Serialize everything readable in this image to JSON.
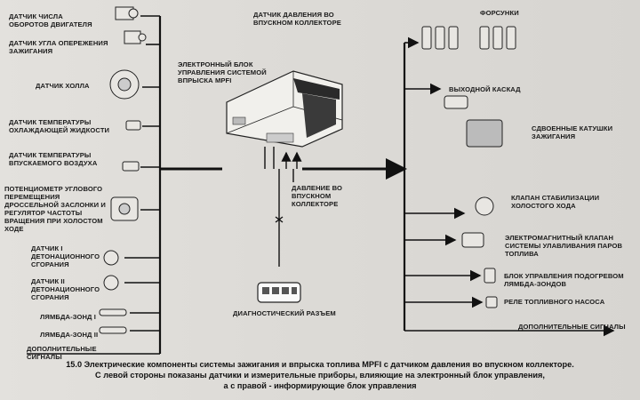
{
  "left_sensors": [
    {
      "name": "sensor-crank-speed",
      "label": "ДАТЧИК ЧИСЛА\nОБОРОТОВ ДВИГАТЕЛЯ"
    },
    {
      "name": "sensor-ignition-advance",
      "label": "ДАТЧИК УГЛА ОПЕРЕЖЕНИЯ\nЗАЖИГАНИЯ"
    },
    {
      "name": "sensor-hall",
      "label": "ДАТЧИК ХОЛЛА"
    },
    {
      "name": "sensor-coolant-temp",
      "label": "ДАТЧИК ТЕМПЕРАТУРЫ\nОХЛАЖДАЮЩЕЙ ЖИДКОСТИ"
    },
    {
      "name": "sensor-intake-air-temp",
      "label": "ДАТЧИК ТЕМПЕРАТУРЫ\nВПУСКАЕМОГО ВОЗДУХА"
    },
    {
      "name": "throttle-potentiometer",
      "label": "ПОТЕНЦИОМЕТР УГЛОВОГО\nПЕРЕМЕЩЕНИЯ\nДРОССЕЛЬНОЙ ЗАСЛОНКИ И\nРЕГУЛЯТОР ЧАСТОТЫ\nВРАЩЕНИЯ ПРИ ХОЛОСТОМ\nХОДЕ"
    },
    {
      "name": "knock-sensor-1",
      "label": "ДАТЧИК I\nДЕТОНАЦИОННОГО\nСГОРАНИЯ"
    },
    {
      "name": "knock-sensor-2",
      "label": "ДАТЧИК II\nДЕТОНАЦИОННОГО\nСГОРАНИЯ"
    },
    {
      "name": "lambda-probe-1",
      "label": "ЛЯМБДА-ЗОНД I"
    },
    {
      "name": "lambda-probe-2",
      "label": "ЛЯМБДА-ЗОНД II"
    },
    {
      "name": "extra-signals-left",
      "label": "ДОПОЛНИТЕЛЬНЫЕ\nСИГНАЛЫ"
    }
  ],
  "center": {
    "map_sensor": "ДАТЧИК ДАВЛЕНИЯ ВО\nВПУСКНОМ КОЛЛЕКТОРЕ",
    "ecu": "ЭЛЕКТРОННЫЙ БЛОК\nУПРАВЛЕНИЯ СИСТЕМОЙ\nВПРЫСКА MPFI",
    "manifold_pressure": "ДАВЛЕНИЕ ВО\nВПУСКНОМ\nКОЛЛЕКТОРЕ",
    "diagnostic_connector": "ДИАГНОСТИЧЕСКИЙ РАЗЪЕМ"
  },
  "right_actuators": [
    {
      "name": "injectors",
      "label": "ФОРСУНКИ"
    },
    {
      "name": "output-stage",
      "label": "ВЫХОДНОЙ КАСКАД"
    },
    {
      "name": "dual-ignition-coils",
      "label": "СДВОЕННЫЕ КАТУШКИ\nЗАЖИГАНИЯ"
    },
    {
      "name": "idle-valve",
      "label": "КЛАПАН СТАБИЛИЗАЦИИ\nХОЛОСТОГО ХОДА"
    },
    {
      "name": "evap-valve",
      "label": "ЭЛЕКТРОМАГНИТНЫЙ КЛАПАН\nСИСТЕМЫ УЛАВЛИВАНИЯ ПАРОВ\nТОПЛИВА"
    },
    {
      "name": "lambda-heater-control",
      "label": "БЛОК УПРАВЛЕНИЯ ПОДОГРЕВОМ\nЛЯМБДА-ЗОНДОВ"
    },
    {
      "name": "fuel-pump-relay",
      "label": "РЕЛЕ ТОПЛИВНОГО НАСОСА"
    },
    {
      "name": "extra-signals-right",
      "label": "ДОПОЛНИТЕЛЬНЫЕ СИГНАЛЫ"
    }
  ],
  "caption": {
    "line1": "15.0 Электрические компоненты системы зажигания и впрыска топлива MPFI с датчиком давления во впускном коллекторе.",
    "line2": "С левой стороны показаны датчики и измерительные приборы, влияющие на электронный блок управления,",
    "line3": "а с правой - информирующие блок управления"
  }
}
